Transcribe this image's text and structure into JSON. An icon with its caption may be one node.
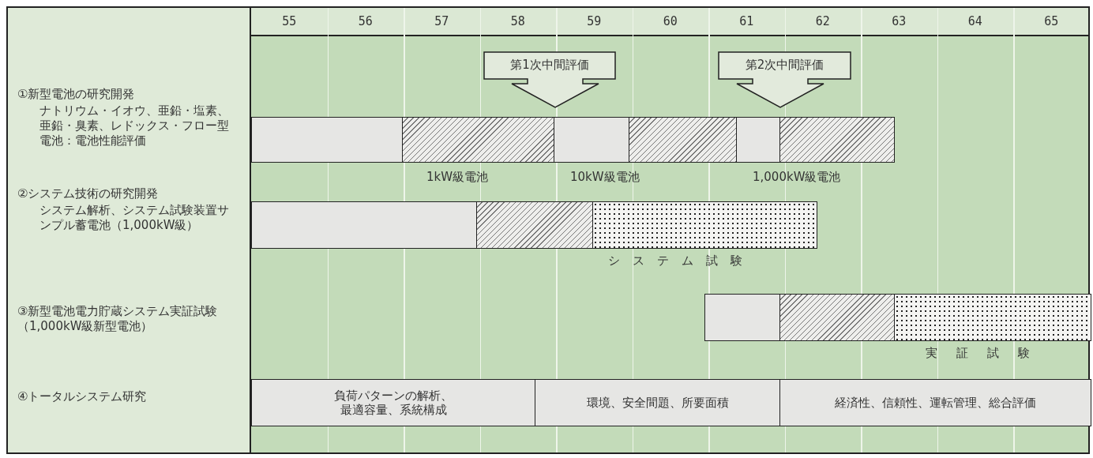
{
  "diagram": {
    "nodes": [
      {
        "text": [
          "第1次中間評価"
        ]
      },
      {
        "text": [
          "第2次中間評価"
        ]
      },
      {
        "text": [],
        "shape": "bar"
      },
      {
        "text": [],
        "shape": "bar"
      },
      {
        "text": [],
        "shape": "bar"
      },
      {
        "text": [],
        "shape": "bar"
      },
      {
        "text": [],
        "shape": "bar"
      },
      {
        "text": [],
        "shape": "bar"
      },
      {
        "text": [],
        "shape": "bar"
      },
      {
        "text": [],
        "shape": "bar"
      },
      {
        "text": [],
        "shape": "bar"
      },
      {
        "text": [],
        "shape": "bar"
      },
      {
        "text": [],
        "shape": "bar"
      },
      {
        "text": [],
        "shape": "bar"
      },
      {
        "text": [
          "負荷パターンの解析、最適容量、系統構成"
        ]
      },
      {
        "text": [
          "環境、安全間題、所要面積"
        ]
      },
      {
        "text": [
          "経済性、信頼性、運転管理、総合評価"
        ]
      }
    ],
    "labels": [
      "55",
      "56",
      "57",
      "58",
      "59",
      "60",
      "61",
      "62",
      "63",
      "64",
      "65",
      "①新型電池の研究開発",
      "ナトリウム・イオウ、亜鉛・塩素、亜鉛・臭素、レドックス・フロー型電池：電池性能評価",
      "1kW級電池",
      "10kW級電池",
      "1,000kW級電池",
      "②システム技術の研究開発",
      "システム解析、システム試験装置サンプル蓄電池（1,000kW級）",
      "システム試験",
      "③新型電池電力貯蔵システム実証試験（1,000kW級新型電池）",
      "実証試験",
      "④トータルシステム研究"
    ]
  }
}
